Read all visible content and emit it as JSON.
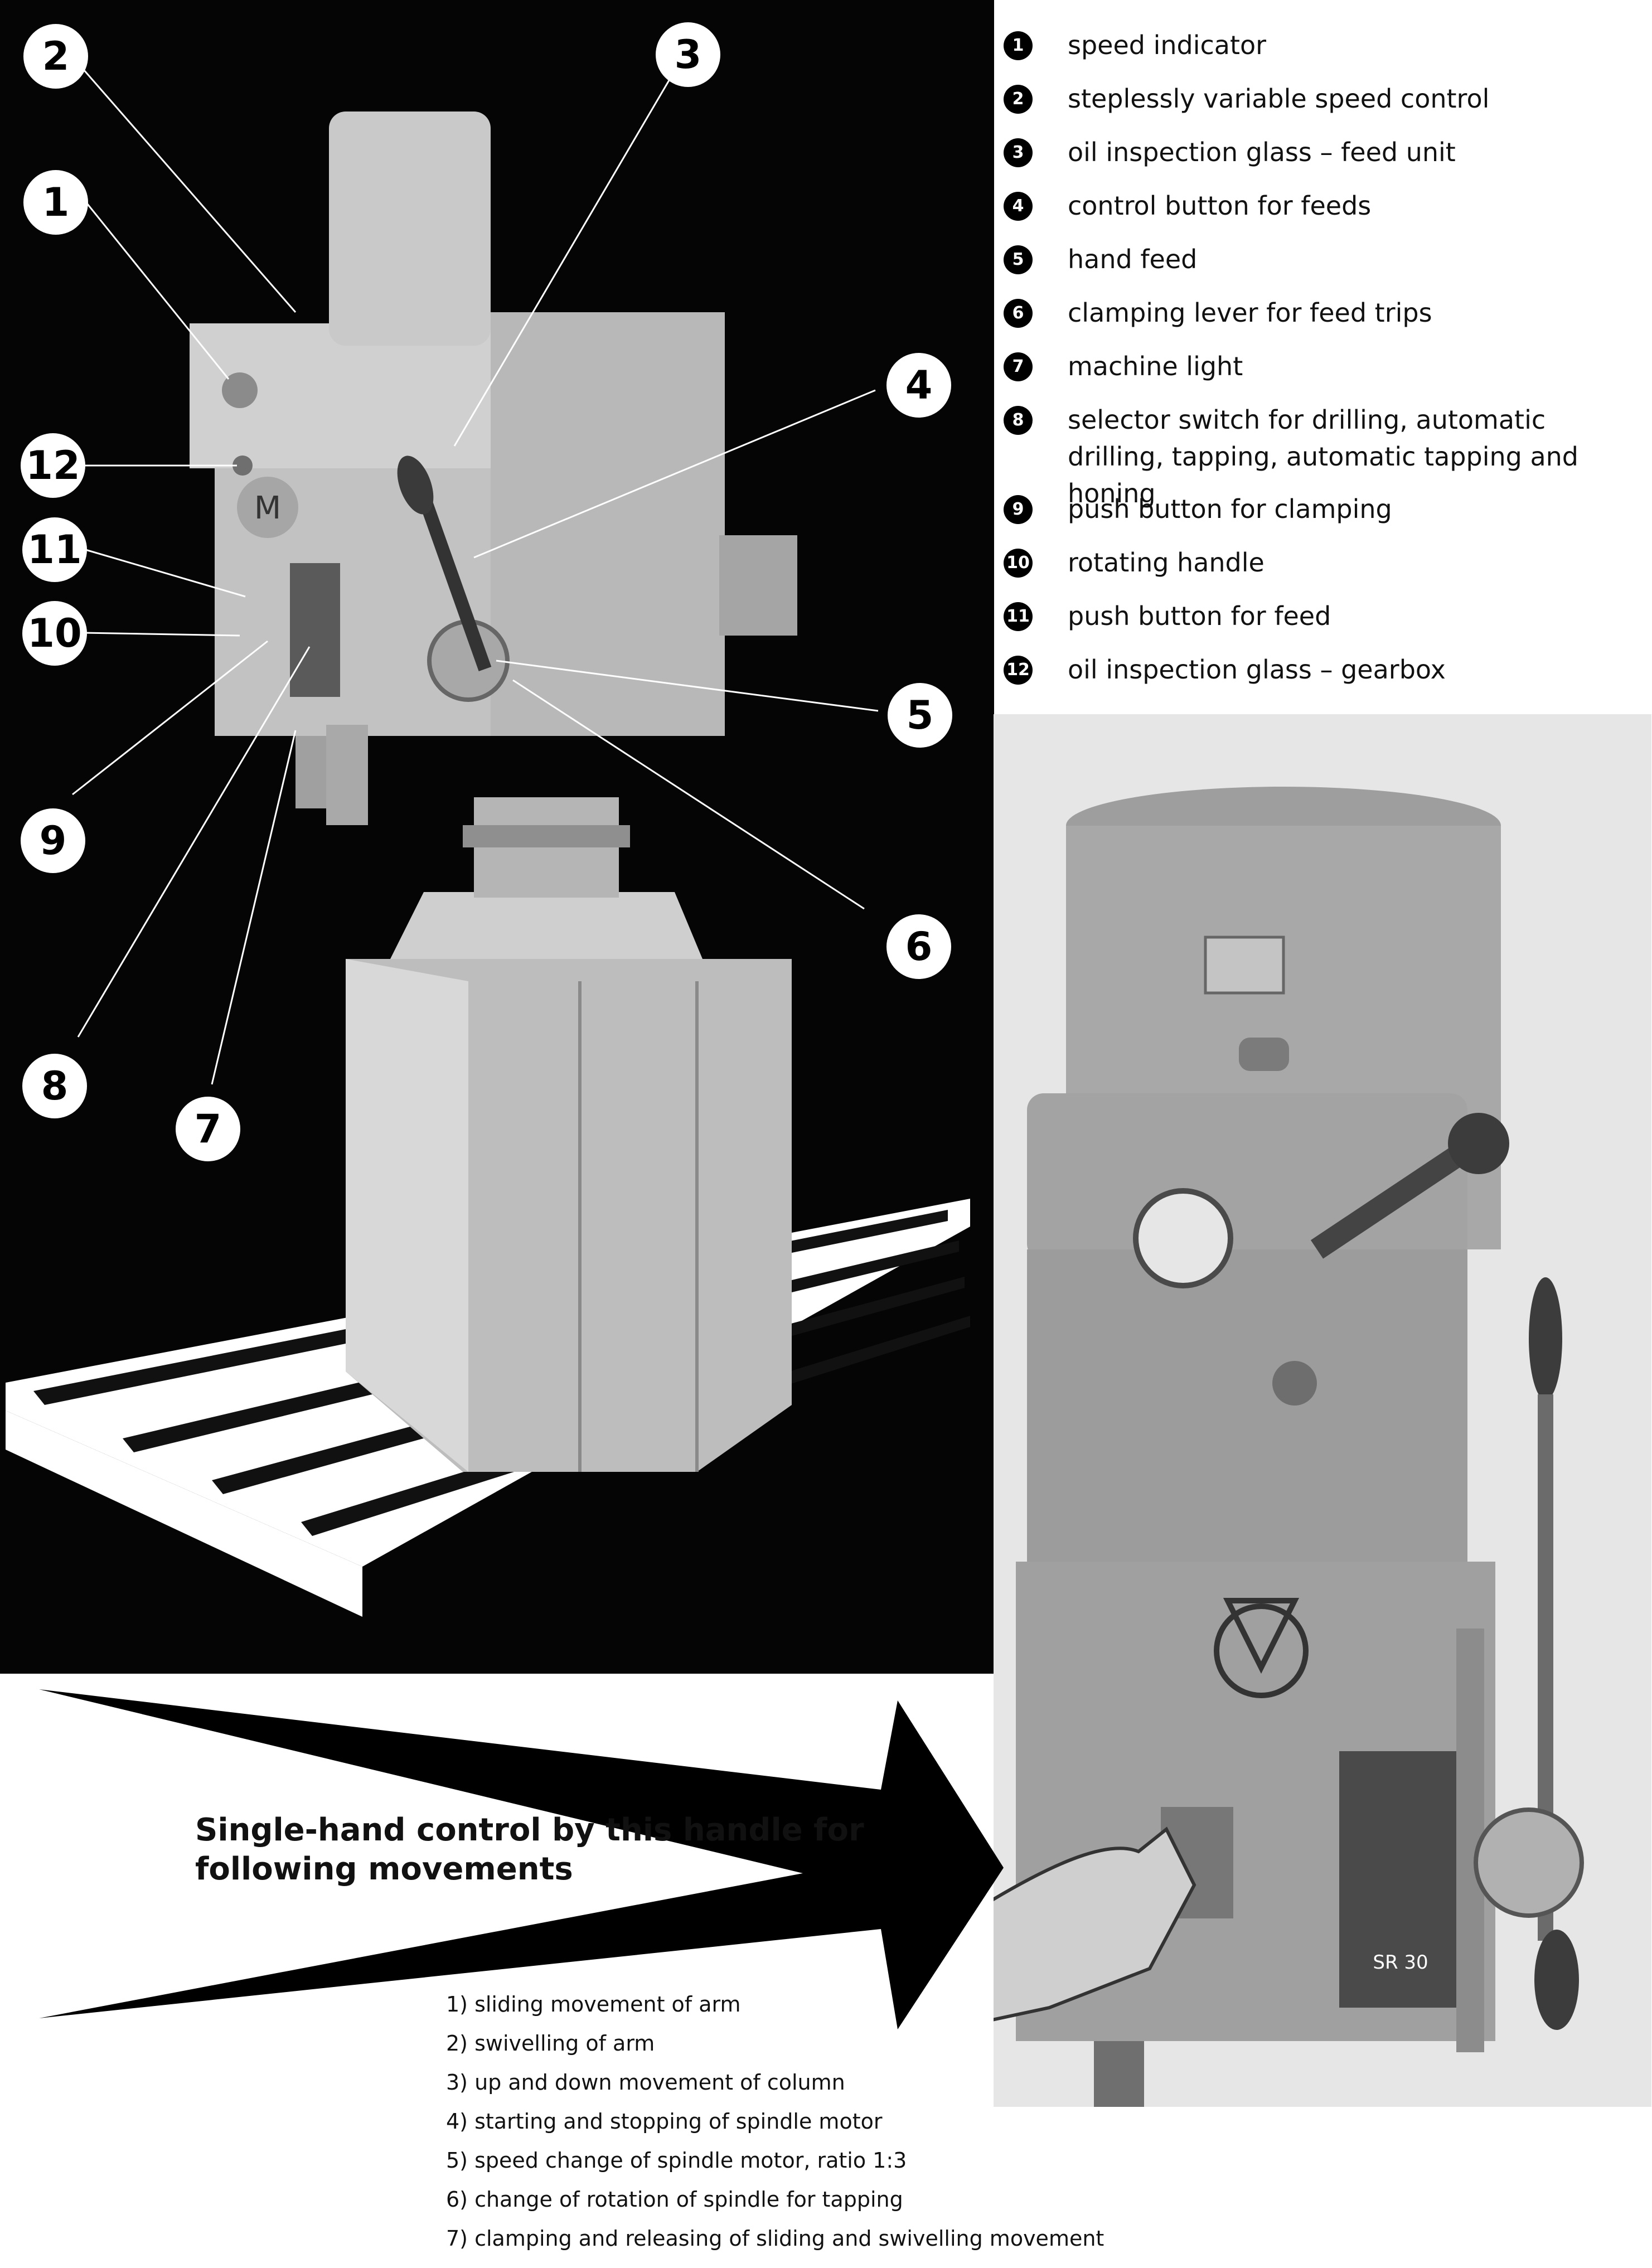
{
  "callouts": [
    {
      "n": "1",
      "label": "speed indicator"
    },
    {
      "n": "2",
      "label": "steplessly variable speed control"
    },
    {
      "n": "3",
      "label": "oil inspection glass – feed unit"
    },
    {
      "n": "4",
      "label": "control button for feeds"
    },
    {
      "n": "5",
      "label": "hand feed"
    },
    {
      "n": "6",
      "label": "clamping lever for feed trips"
    },
    {
      "n": "7",
      "label": "machine light"
    },
    {
      "n": "8",
      "label": "selector switch for drilling, automatic drilling, tapping, automatic tapping and honing"
    },
    {
      "n": "9",
      "label": "push button for clamping"
    },
    {
      "n": "10",
      "label": "rotating handle"
    },
    {
      "n": "11",
      "label": "push button for feed"
    },
    {
      "n": "12",
      "label": "oil inspection glass – gearbox"
    }
  ],
  "heading": "Single-hand control by this handle for following movements",
  "movements": [
    "1) sliding movement of arm",
    "2) swivelling of arm",
    "3) up and down movement of column",
    "4) starting and stopping of spindle motor",
    "5) speed change of spindle motor, ratio 1:3",
    "6) change of rotation of spindle for tapping",
    "7) clamping and releasing of sliding and swivelling movement"
  ],
  "logo": {
    "mark": "M",
    "plate_text": "SR 30"
  },
  "colors": {
    "background": "#ffffff",
    "photo_left_bg": "#050505",
    "photo_right_bg": "#e6e6e6",
    "ink": "#111111",
    "machine": "#b9b9b9"
  }
}
